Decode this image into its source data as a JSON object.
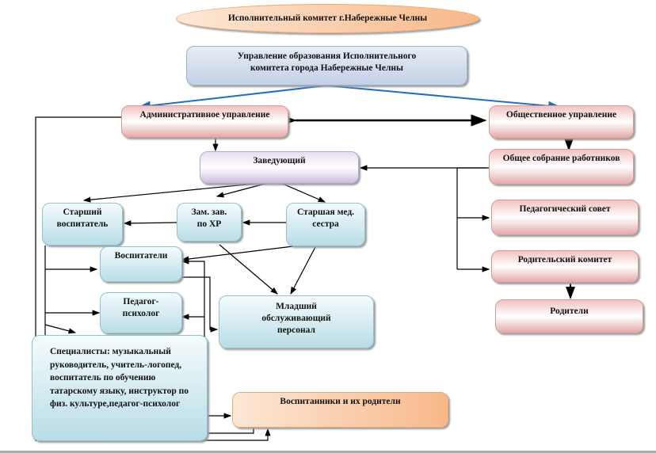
{
  "nodes": {
    "executive_committee": "Исполнительный комитет г.Набережные Челны",
    "education_department": "Управление образования Исполнительного комитета города Набережные Челны",
    "administrative": "Административное управление",
    "public": "Общественное управление",
    "head": "Заведующий",
    "general_meeting": "Общее собрание работников",
    "senior_teacher": "Старший воспитатель",
    "deputy_head": "Зам. зав. по ХР",
    "head_nurse": "Старшая мед. сестра",
    "teachers": "Воспитатели",
    "psychologist": "Педагог-психолог",
    "junior_staff": "Младший обслуживающий персонал",
    "specialists": "Специалисты: музыкальный руководитель, учитель-логопед, воспитатель по обучению татарскому языку, инструктор по физ. культуре,педагог-психолог",
    "pupils_parents": "Воспитанники и их родители",
    "pedagogical_council": "Педагогический совет",
    "parent_committee": "Родительский комитет",
    "parents": "Родители"
  },
  "colors": {
    "blue_arrow": "#1f6fbf",
    "line": "#000000"
  }
}
